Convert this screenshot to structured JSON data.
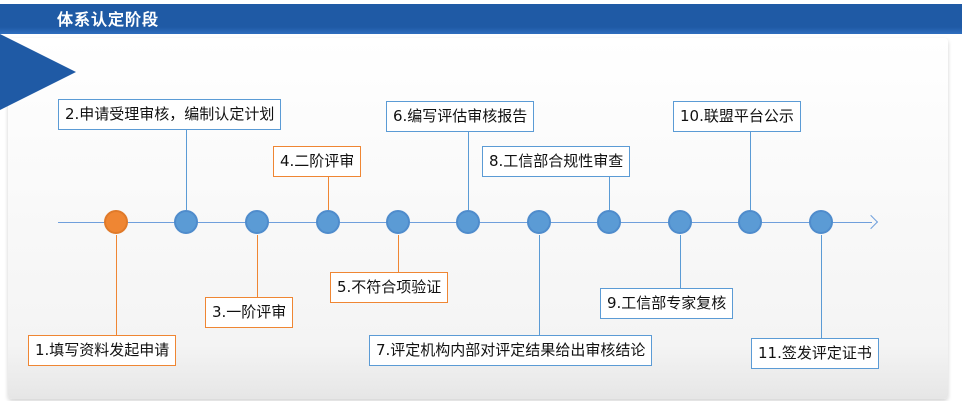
{
  "header": {
    "title": "体系认定阶段"
  },
  "colors": {
    "primary": "#1f5aa5",
    "node_blue": "#5b9bd5",
    "highlight_orange": "#ef8633"
  },
  "steps": [
    {
      "label": "1.填写资料发起申请",
      "highlight": true
    },
    {
      "label": "2.申请受理审核，编制认定计划",
      "highlight": false
    },
    {
      "label": "3.一阶评审",
      "highlight": false
    },
    {
      "label": "4.二阶评审",
      "highlight": true
    },
    {
      "label": "5.不符合项验证",
      "highlight": false
    },
    {
      "label": "6.编写评估审核报告",
      "highlight": false
    },
    {
      "label": "7.评定机构内部对评定结果给出审核结论",
      "highlight": false
    },
    {
      "label": "8.工信部合规性审查",
      "highlight": false
    },
    {
      "label": "9.工信部专家复核",
      "highlight": false
    },
    {
      "label": "10.联盟平台公示",
      "highlight": false
    },
    {
      "label": "11.签发评定证书",
      "highlight": false
    }
  ]
}
